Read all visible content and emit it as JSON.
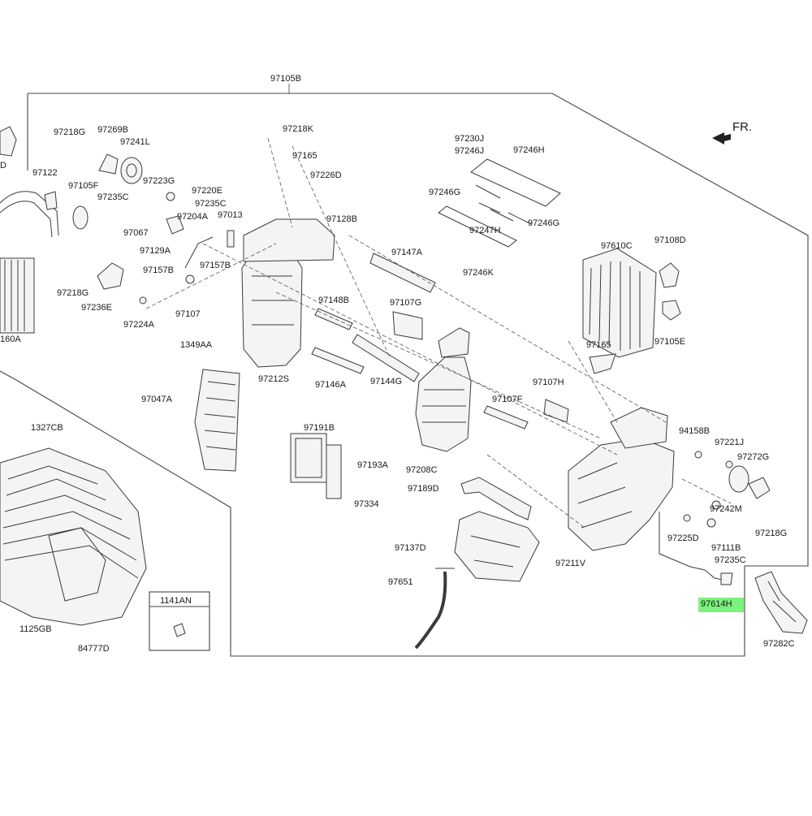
{
  "diagram": {
    "frame_label": "97105B",
    "orientation_label": "FR.",
    "inset_label": "1141AN",
    "highlighted_part": "97614H",
    "highlight_color": "#7cf27c",
    "parts": [
      "97218G",
      "97269B",
      "97241L",
      "97122",
      "97105F",
      "97223G",
      "97235C",
      "97220E",
      "97235C",
      "97204A",
      "97013",
      "97067",
      "97129A",
      "97157B",
      "97157B",
      "97218G",
      "97236E",
      "97107",
      "97224A",
      "160A",
      "97218K",
      "97165",
      "97226D",
      "97128B",
      "97147A",
      "97148B",
      "97107G",
      "1349AA",
      "97212S",
      "97146A",
      "97144G",
      "97047A",
      "97230J",
      "97246J",
      "97246H",
      "97246G",
      "97246G",
      "97247H",
      "97246K",
      "97610C",
      "97108D",
      "97105E",
      "97165",
      "97107H",
      "97107F",
      "97208C",
      "97191B",
      "97193A",
      "97334",
      "97189D",
      "97137D",
      "97651",
      "94158B",
      "97221J",
      "97272G",
      "97242M",
      "97218G",
      "97225D",
      "97111B",
      "97235C",
      "97211V",
      "97614H",
      "97282C",
      "1327CB",
      "1125GB",
      "84777D",
      "D"
    ]
  }
}
